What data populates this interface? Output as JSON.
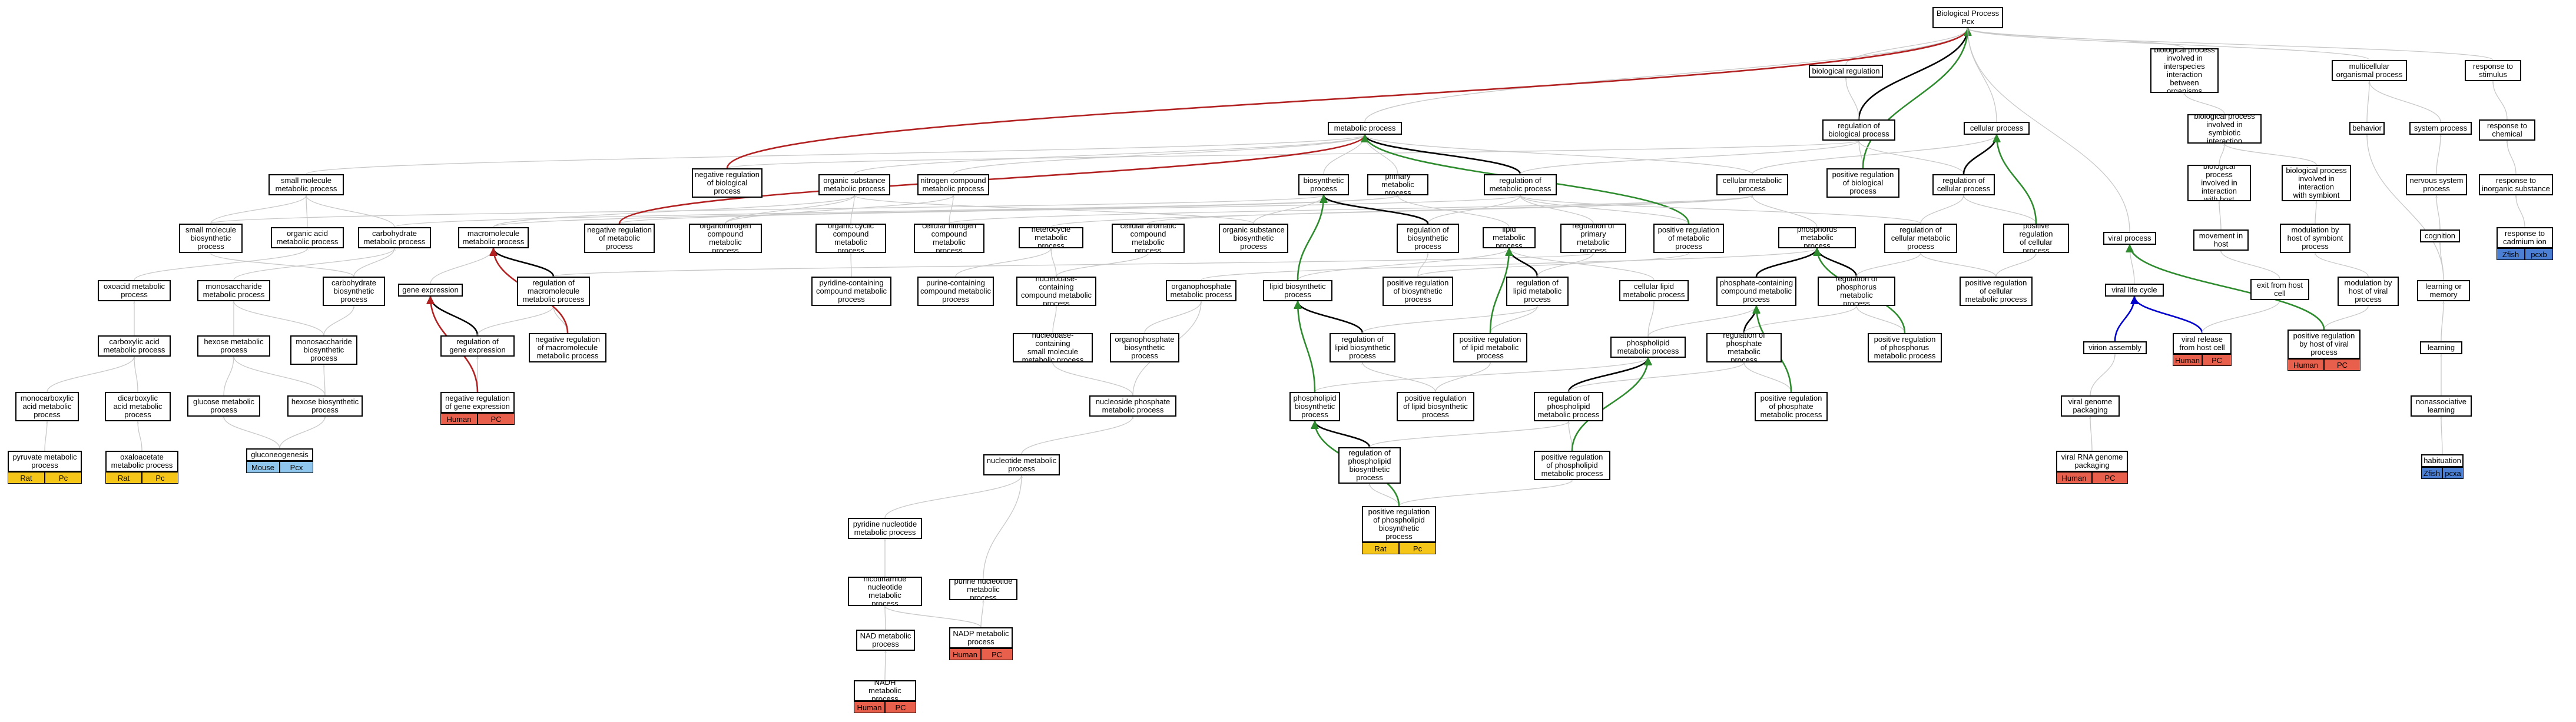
{
  "colors": {
    "edge_default": "#c8c8c8",
    "edge_red": "#b22222",
    "edge_green": "#2e8b2e",
    "edge_black": "#000000",
    "edge_blue": "#0000cc",
    "tag_human": "#e8604c",
    "tag_rat": "#f5c518",
    "tag_mouse": "#8ec6ee",
    "tag_zfish": "#4a7fd4"
  },
  "nodes": [
    {
      "id": "bp",
      "label": "Biological Process\nPcx"
    },
    {
      "id": "breg",
      "label": "biological regulation"
    },
    {
      "id": "bpint",
      "label": "biological process\ninvolved in\ninterspecies\ninteraction\nbetween organisms"
    },
    {
      "id": "multi",
      "label": "multicellular\norganismal process"
    },
    {
      "id": "resp",
      "label": "response to\nstimulus"
    },
    {
      "id": "met",
      "label": "metabolic process"
    },
    {
      "id": "regbp",
      "label": "regulation of\nbiological process"
    },
    {
      "id": "cellp",
      "label": "cellular process"
    },
    {
      "id": "bpsym",
      "label": "biological process\ninvolved in\nsymbiotic interaction"
    },
    {
      "id": "behav",
      "label": "behavior"
    },
    {
      "id": "syst",
      "label": "system process"
    },
    {
      "id": "respchem",
      "label": "response to\nchemical"
    },
    {
      "id": "smm",
      "label": "small molecule\nmetabolic process"
    },
    {
      "id": "negregbp",
      "label": "negative regulation\nof biological\nprocess"
    },
    {
      "id": "osm",
      "label": "organic substance\nmetabolic process"
    },
    {
      "id": "ncm",
      "label": "nitrogen compound\nmetabolic process"
    },
    {
      "id": "bios",
      "label": "biosynthetic\nprocess"
    },
    {
      "id": "prim",
      "label": "primary metabolic\nprocess"
    },
    {
      "id": "regmet",
      "label": "regulation of\nmetabolic process"
    },
    {
      "id": "cellmet",
      "label": "cellular metabolic\nprocess"
    },
    {
      "id": "posregbp",
      "label": "positive regulation\nof biological\nprocess"
    },
    {
      "id": "regcp",
      "label": "regulation of\ncellular process"
    },
    {
      "id": "bpinthost",
      "label": "biological process\ninvolved in\ninteraction\nwith host"
    },
    {
      "id": "bpintsym",
      "label": "biological process\ninvolved in\ninteraction\nwith symbiont"
    },
    {
      "id": "nerv",
      "label": "nervous system\nprocess"
    },
    {
      "id": "respinorg",
      "label": "response to\ninorganic substance"
    },
    {
      "id": "smbios",
      "label": "small molecule\nbiosynthetic\nprocess"
    },
    {
      "id": "oam",
      "label": "organic acid\nmetabolic process"
    },
    {
      "id": "carbm",
      "label": "carbohydrate\nmetabolic process"
    },
    {
      "id": "macro",
      "label": "macromolecule\nmetabolic process"
    },
    {
      "id": "negregmet",
      "label": "negative regulation\nof metabolic\nprocess"
    },
    {
      "id": "orgnit",
      "label": "organonitrogen\ncompound metabolic\nprocess"
    },
    {
      "id": "occm",
      "label": "organic cyclic\ncompound metabolic\nprocess"
    },
    {
      "id": "cncm",
      "label": "cellular nitrogen\ncompound metabolic\nprocess"
    },
    {
      "id": "hetm",
      "label": "heterocycle\nmetabolic process"
    },
    {
      "id": "carom",
      "label": "cellular aromatic\ncompound metabolic\nprocess"
    },
    {
      "id": "osbios",
      "label": "organic substance\nbiosynthetic\nprocess"
    },
    {
      "id": "regbios",
      "label": "regulation of\nbiosynthetic\nprocess"
    },
    {
      "id": "lipm",
      "label": "lipid metabolic\nprocess"
    },
    {
      "id": "regprim",
      "label": "regulation of\nprimary metabolic\nprocess"
    },
    {
      "id": "posregmet",
      "label": "positive regulation\nof metabolic\nprocess"
    },
    {
      "id": "phosm",
      "label": "phosphorus metabolic\nprocess"
    },
    {
      "id": "regcellmet",
      "label": "regulation of\ncellular metabolic\nprocess"
    },
    {
      "id": "posregcp",
      "label": "positive regulation\nof cellular\nprocess"
    },
    {
      "id": "movhost",
      "label": "movement in\nhost"
    },
    {
      "id": "modsym",
      "label": "modulation by\nhost of symbiont\nprocess"
    },
    {
      "id": "cogn",
      "label": "cognition"
    },
    {
      "id": "respcad",
      "label": "response to\ncadmium ion"
    },
    {
      "id": "oxo",
      "label": "oxoacid metabolic\nprocess"
    },
    {
      "id": "monosm",
      "label": "monosaccharide\nmetabolic process"
    },
    {
      "id": "carbbios",
      "label": "carbohydrate\nbiosynthetic\nprocess"
    },
    {
      "id": "geneexp",
      "label": "gene expression"
    },
    {
      "id": "regmacro",
      "label": "regulation of\nmacromolecule\nmetabolic process"
    },
    {
      "id": "pyrcm",
      "label": "pyridine-containing\ncompound metabolic\nprocess"
    },
    {
      "id": "purcm",
      "label": "purine-containing\ncompound metabolic\nprocess"
    },
    {
      "id": "nbcm",
      "label": "nucleobase-containing\ncompound metabolic\nprocess"
    },
    {
      "id": "orgph",
      "label": "organophosphate\nmetabolic process"
    },
    {
      "id": "lipbios",
      "label": "lipid biosynthetic\nprocess"
    },
    {
      "id": "posregbios",
      "label": "positive regulation\nof biosynthetic\nprocess"
    },
    {
      "id": "reglipm",
      "label": "regulation of\nlipid metabolic\nprocess"
    },
    {
      "id": "celllip",
      "label": "cellular lipid\nmetabolic process"
    },
    {
      "id": "phcm",
      "label": "phosphate-containing\ncompound metabolic\nprocess"
    },
    {
      "id": "regphosm",
      "label": "regulation of\nphosphorus metabolic\nprocess"
    },
    {
      "id": "posregcellmet",
      "label": "positive regulation\nof cellular\nmetabolic process"
    },
    {
      "id": "viral",
      "label": "viral process"
    },
    {
      "id": "exithost",
      "label": "exit from host\ncell"
    },
    {
      "id": "modviral",
      "label": "modulation by\nhost of viral\nprocess"
    },
    {
      "id": "learnmem",
      "label": "learning or\nmemory"
    },
    {
      "id": "carbox",
      "label": "carboxylic acid\nmetabolic process"
    },
    {
      "id": "hexm",
      "label": "hexose metabolic\nprocess"
    },
    {
      "id": "monosbios",
      "label": "monosaccharide\nbiosynthetic\nprocess"
    },
    {
      "id": "reggeneexp",
      "label": "regulation of\ngene expression"
    },
    {
      "id": "negregmacro",
      "label": "negative regulation\nof macromolecule\nmetabolic process"
    },
    {
      "id": "nbsm",
      "label": "nucleobase-containing\nsmall molecule\nmetabolic process"
    },
    {
      "id": "orgphbios",
      "label": "organophosphate\nbiosynthetic\nprocess"
    },
    {
      "id": "reglipbios",
      "label": "regulation of\nlipid biosynthetic\nprocess"
    },
    {
      "id": "posreglipm",
      "label": "positive regulation\nof lipid metabolic\nprocess"
    },
    {
      "id": "phlipm",
      "label": "phospholipid\nmetabolic process"
    },
    {
      "id": "regphm",
      "label": "regulation of\nphosphate metabolic\nprocess"
    },
    {
      "id": "posregphos",
      "label": "positive regulation\nof phosphorus\nmetabolic process"
    },
    {
      "id": "vlc",
      "label": "viral life cycle"
    },
    {
      "id": "virrel",
      "label": "viral release\nfrom host cell"
    },
    {
      "id": "posregviral",
      "label": "positive regulation\nby host of viral\nprocess"
    },
    {
      "id": "virasm",
      "label": "virion assembly"
    },
    {
      "id": "learning",
      "label": "learning"
    },
    {
      "id": "monocarb",
      "label": "monocarboxylic\nacid metabolic\nprocess"
    },
    {
      "id": "dicarb",
      "label": "dicarboxylic\nacid metabolic\nprocess"
    },
    {
      "id": "glcm",
      "label": "glucose metabolic\nprocess"
    },
    {
      "id": "hexbios",
      "label": "hexose biosynthetic\nprocess"
    },
    {
      "id": "negreggeneexp",
      "label": "negative regulation\nof gene expression"
    },
    {
      "id": "nucphm",
      "label": "nucleoside phosphate\nmetabolic process"
    },
    {
      "id": "phlipbios",
      "label": "phospholipid\nbiosynthetic\nprocess"
    },
    {
      "id": "posreglipbios",
      "label": "positive regulation\nof lipid biosynthetic\nprocess"
    },
    {
      "id": "regphlipm",
      "label": "regulation of\nphospholipid\nmetabolic process"
    },
    {
      "id": "posregphm",
      "label": "positive regulation\nof phosphate\nmetabolic process"
    },
    {
      "id": "virgen",
      "label": "viral genome\npackaging"
    },
    {
      "id": "nonassoc",
      "label": "nonassociative\nlearning"
    },
    {
      "id": "pyrm",
      "label": "pyruvate metabolic\nprocess"
    },
    {
      "id": "oxaa",
      "label": "oxaloacetate\nmetabolic process"
    },
    {
      "id": "gluconeo",
      "label": "gluconeogenesis"
    },
    {
      "id": "nucm",
      "label": "nucleotide metabolic\nprocess"
    },
    {
      "id": "regphlipbios",
      "label": "regulation of\nphospholipid\nbiosynthetic\nprocess"
    },
    {
      "id": "posregphlipm",
      "label": "positive regulation\nof phospholipid\nmetabolic process"
    },
    {
      "id": "virrna",
      "label": "viral RNA genome\npackaging"
    },
    {
      "id": "habit",
      "label": "habituation"
    },
    {
      "id": "pyrnuc",
      "label": "pyridine nucleotide\nmetabolic process"
    },
    {
      "id": "posregphlipbios",
      "label": "positive regulation\nof phospholipid\nbiosynthetic\nprocess"
    },
    {
      "id": "nicot",
      "label": "nicotinamide\nnucleotide metabolic\nprocess"
    },
    {
      "id": "purnuc",
      "label": "purine nucleotide\nmetabolic\nprocess"
    },
    {
      "id": "nad",
      "label": "NAD metabolic\nprocess"
    },
    {
      "id": "nadp",
      "label": "NADP metabolic\nprocess"
    },
    {
      "id": "nadh",
      "label": "NADH metabolic\nprocess"
    }
  ],
  "tags": [
    {
      "node": "negreggeneexp",
      "cells": [
        "Human",
        "PC"
      ],
      "color": "tag_human"
    },
    {
      "node": "pyrm",
      "cells": [
        "Rat",
        "Pc"
      ],
      "color": "tag_rat"
    },
    {
      "node": "oxaa",
      "cells": [
        "Rat",
        "Pc"
      ],
      "color": "tag_rat"
    },
    {
      "node": "gluconeo",
      "cells": [
        "Mouse",
        "Pcx"
      ],
      "color": "tag_mouse"
    },
    {
      "node": "posregphlipbios",
      "cells": [
        "Rat",
        "Pc"
      ],
      "color": "tag_rat"
    },
    {
      "node": "nadp",
      "cells": [
        "Human",
        "PC"
      ],
      "color": "tag_human"
    },
    {
      "node": "nadh",
      "cells": [
        "Human",
        "PC"
      ],
      "color": "tag_human"
    },
    {
      "node": "virrna",
      "cells": [
        "Human",
        "PC"
      ],
      "color": "tag_human"
    },
    {
      "node": "virrel",
      "cells": [
        "Human",
        "PC"
      ],
      "color": "tag_human"
    },
    {
      "node": "posregviral",
      "cells": [
        "Human",
        "PC"
      ],
      "color": "tag_human"
    },
    {
      "node": "respcad",
      "cells": [
        "Zfish",
        "pcxb"
      ],
      "color": "tag_zfish"
    },
    {
      "node": "habit",
      "cells": [
        "Zfish",
        "pcxa"
      ],
      "color": "tag_zfish"
    }
  ],
  "edges": [
    [
      "breg",
      "bp"
    ],
    [
      "bpint",
      "bp"
    ],
    [
      "multi",
      "bp"
    ],
    [
      "resp",
      "bp"
    ],
    [
      "met",
      "bp"
    ],
    [
      "cellp",
      "bp"
    ],
    [
      "regbp",
      "bp",
      "black"
    ],
    [
      "regbp",
      "breg"
    ],
    [
      "bpsym",
      "bpint"
    ],
    [
      "behav",
      "multi"
    ],
    [
      "syst",
      "multi"
    ],
    [
      "respchem",
      "resp"
    ],
    [
      "smm",
      "met"
    ],
    [
      "osm",
      "met"
    ],
    [
      "ncm",
      "met"
    ],
    [
      "bios",
      "met"
    ],
    [
      "prim",
      "met"
    ],
    [
      "cellmet",
      "met"
    ],
    [
      "cellmet",
      "cellp"
    ],
    [
      "negregbp",
      "regbp"
    ],
    [
      "negregbp",
      "bp",
      "red"
    ],
    [
      "posregbp",
      "regbp"
    ],
    [
      "posregbp",
      "bp",
      "green"
    ],
    [
      "regmet",
      "met",
      "black"
    ],
    [
      "regmet",
      "regbp"
    ],
    [
      "regcp",
      "regbp"
    ],
    [
      "regcp",
      "cellp",
      "black"
    ],
    [
      "bpinthost",
      "bpsym"
    ],
    [
      "bpintsym",
      "bpsym"
    ],
    [
      "nerv",
      "syst"
    ],
    [
      "respinorg",
      "respchem"
    ],
    [
      "respcad",
      "respinorg"
    ],
    [
      "smbios",
      "smm"
    ],
    [
      "smbios",
      "bios"
    ],
    [
      "oam",
      "smm"
    ],
    [
      "carbm",
      "prim"
    ],
    [
      "carbm",
      "smm"
    ],
    [
      "macro",
      "prim"
    ],
    [
      "macro",
      "osm"
    ],
    [
      "negregmet",
      "regmet"
    ],
    [
      "negregmet",
      "met",
      "red"
    ],
    [
      "orgnit",
      "ncm"
    ],
    [
      "orgnit",
      "osm"
    ],
    [
      "occm",
      "osm"
    ],
    [
      "cncm",
      "ncm"
    ],
    [
      "cncm",
      "cellmet"
    ],
    [
      "hetm",
      "cellmet"
    ],
    [
      "carom",
      "cellmet"
    ],
    [
      "osbios",
      "osm"
    ],
    [
      "osbios",
      "bios"
    ],
    [
      "regbios",
      "regmet"
    ],
    [
      "regbios",
      "bios",
      "black"
    ],
    [
      "lipm",
      "prim"
    ],
    [
      "regprim",
      "regmet"
    ],
    [
      "posregmet",
      "regmet"
    ],
    [
      "posregmet",
      "met",
      "green"
    ],
    [
      "phosm",
      "cellmet"
    ],
    [
      "regcellmet",
      "regmet"
    ],
    [
      "regcellmet",
      "regcp"
    ],
    [
      "posregcp",
      "regcp"
    ],
    [
      "posregcp",
      "cellp",
      "green"
    ],
    [
      "movhost",
      "bpinthost"
    ],
    [
      "modsym",
      "bpintsym"
    ],
    [
      "cogn",
      "nerv"
    ],
    [
      "oxo",
      "oam"
    ],
    [
      "monosm",
      "carbm"
    ],
    [
      "carbbios",
      "carbm"
    ],
    [
      "carbbios",
      "smbios"
    ],
    [
      "geneexp",
      "macro"
    ],
    [
      "regmacro",
      "macro",
      "black"
    ],
    [
      "regmacro",
      "regprim"
    ],
    [
      "pyrcm",
      "occm"
    ],
    [
      "purcm",
      "hetm"
    ],
    [
      "nbcm",
      "hetm"
    ],
    [
      "nbcm",
      "carom"
    ],
    [
      "orgph",
      "phosm"
    ],
    [
      "lipbios",
      "lipm"
    ],
    [
      "lipbios",
      "bios",
      "green"
    ],
    [
      "posregbios",
      "regbios"
    ],
    [
      "posregbios",
      "posregmet"
    ],
    [
      "reglipm",
      "lipm",
      "black"
    ],
    [
      "reglipm",
      "regprim"
    ],
    [
      "celllip",
      "lipm"
    ],
    [
      "phcm",
      "phosm",
      "black"
    ],
    [
      "regphosm",
      "phosm",
      "black"
    ],
    [
      "regphosm",
      "regcellmet"
    ],
    [
      "posregcellmet",
      "posregcp"
    ],
    [
      "posregcellmet",
      "regcellmet"
    ],
    [
      "viral",
      "bp"
    ],
    [
      "exithost",
      "movhost"
    ],
    [
      "modviral",
      "modsym"
    ],
    [
      "learnmem",
      "cogn"
    ],
    [
      "learnmem",
      "behav"
    ],
    [
      "carbox",
      "oxo"
    ],
    [
      "hexm",
      "monosm"
    ],
    [
      "monosbios",
      "monosm"
    ],
    [
      "monosbios",
      "carbbios"
    ],
    [
      "reggeneexp",
      "geneexp",
      "black"
    ],
    [
      "reggeneexp",
      "regmacro"
    ],
    [
      "negregmacro",
      "regmacro"
    ],
    [
      "negregmacro",
      "macro",
      "red"
    ],
    [
      "nbsm",
      "nbcm"
    ],
    [
      "orgphbios",
      "orgph"
    ],
    [
      "reglipbios",
      "lipbios",
      "black"
    ],
    [
      "reglipbios",
      "reglipm"
    ],
    [
      "posreglipm",
      "reglipm"
    ],
    [
      "posreglipm",
      "lipm",
      "green"
    ],
    [
      "phlipm",
      "phcm"
    ],
    [
      "phlipm",
      "celllip"
    ],
    [
      "regphm",
      "phcm",
      "black"
    ],
    [
      "regphm",
      "regphosm"
    ],
    [
      "posregphos",
      "regphosm"
    ],
    [
      "posregphos",
      "phosm",
      "green"
    ],
    [
      "vlc",
      "viral"
    ],
    [
      "virrel",
      "vlc",
      "blue"
    ],
    [
      "virrel",
      "exithost"
    ],
    [
      "posregviral",
      "modviral"
    ],
    [
      "posregviral",
      "viral",
      "green"
    ],
    [
      "virasm",
      "vlc",
      "blue"
    ],
    [
      "learning",
      "learnmem"
    ],
    [
      "monocarb",
      "carbox"
    ],
    [
      "dicarb",
      "carbox"
    ],
    [
      "glcm",
      "hexm"
    ],
    [
      "hexbios",
      "hexm"
    ],
    [
      "hexbios",
      "monosbios"
    ],
    [
      "negreggeneexp",
      "reggeneexp"
    ],
    [
      "negreggeneexp",
      "geneexp",
      "red"
    ],
    [
      "nucphm",
      "nbsm"
    ],
    [
      "nucphm",
      "orgph"
    ],
    [
      "phlipbios",
      "phlipm"
    ],
    [
      "phlipbios",
      "lipbios",
      "green"
    ],
    [
      "posreglipbios",
      "reglipbios"
    ],
    [
      "posreglipbios",
      "posreglipm"
    ],
    [
      "regphlipm",
      "phlipm",
      "black"
    ],
    [
      "regphlipm",
      "regphm"
    ],
    [
      "posregphm",
      "regphm"
    ],
    [
      "posregphm",
      "phcm",
      "green"
    ],
    [
      "virgen",
      "virasm"
    ],
    [
      "nonassoc",
      "learning"
    ],
    [
      "pyrm",
      "monocarb"
    ],
    [
      "oxaa",
      "dicarb"
    ],
    [
      "gluconeo",
      "glcm"
    ],
    [
      "gluconeo",
      "hexbios"
    ],
    [
      "nucm",
      "nucphm"
    ],
    [
      "regphlipbios",
      "phlipbios",
      "black"
    ],
    [
      "regphlipbios",
      "regphlipm"
    ],
    [
      "posregphlipm",
      "regphlipm"
    ],
    [
      "posregphlipm",
      "phlipm",
      "green"
    ],
    [
      "virrna",
      "virgen"
    ],
    [
      "habit",
      "nonassoc"
    ],
    [
      "pyrnuc",
      "nucm"
    ],
    [
      "posregphlipbios",
      "regphlipbios"
    ],
    [
      "posregphlipbios",
      "posregphlipm"
    ],
    [
      "posregphlipbios",
      "phlipbios",
      "green"
    ],
    [
      "nicot",
      "pyrnuc"
    ],
    [
      "purnuc",
      "nucm"
    ],
    [
      "nad",
      "nicot"
    ],
    [
      "nadp",
      "nicot"
    ],
    [
      "nadp",
      "purnuc"
    ],
    [
      "nadh",
      "nad"
    ]
  ]
}
